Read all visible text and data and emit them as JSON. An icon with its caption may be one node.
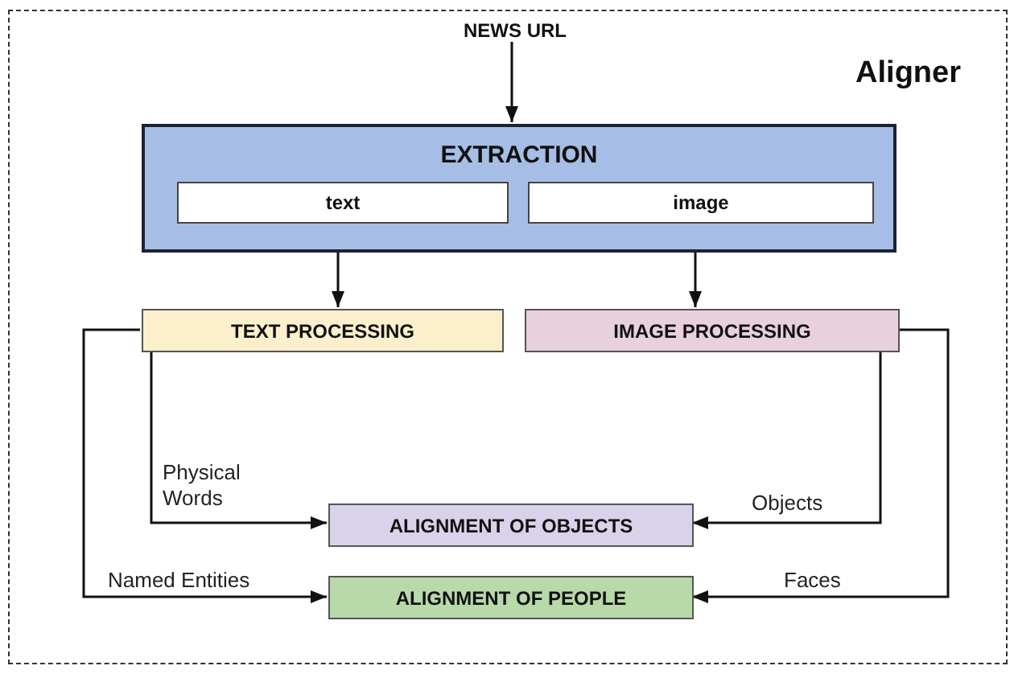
{
  "diagram": {
    "nodes": [
      {
        "text": [
          "Aligner"
        ]
      },
      {
        "text": [
          "NEWS URL"
        ],
        "in": 0
      },
      {
        "text": [
          "EXTRACTION"
        ],
        "in": 0
      },
      {
        "text": [
          "text"
        ],
        "in": 2
      },
      {
        "text": [
          "image"
        ],
        "in": 2
      },
      {
        "text": [
          "TEXT PROCESSING"
        ],
        "in": 0
      },
      {
        "text": [
          "IMAGE PROCESSING"
        ],
        "in": 0
      },
      {
        "text": [
          "ALIGNMENT OF OBJECTS"
        ],
        "in": 0
      },
      {
        "text": [
          "ALIGNMENT OF PEOPLE"
        ],
        "in": 0
      }
    ],
    "edges": [
      {
        "from": 1,
        "to": 2,
        "arrow": "to"
      },
      {
        "from": 3,
        "to": 5,
        "arrow": "to"
      },
      {
        "from": 4,
        "to": 6,
        "arrow": "to"
      },
      {
        "from": 5,
        "to": 7,
        "arrow": "to",
        "label": "Physical Words"
      },
      {
        "from": 6,
        "to": 7,
        "arrow": "to",
        "label": "Objects"
      },
      {
        "from": 5,
        "to": 8,
        "arrow": "to",
        "label": "Named Entities"
      },
      {
        "from": 6,
        "to": 8,
        "arrow": "to",
        "label": "Faces"
      }
    ]
  }
}
